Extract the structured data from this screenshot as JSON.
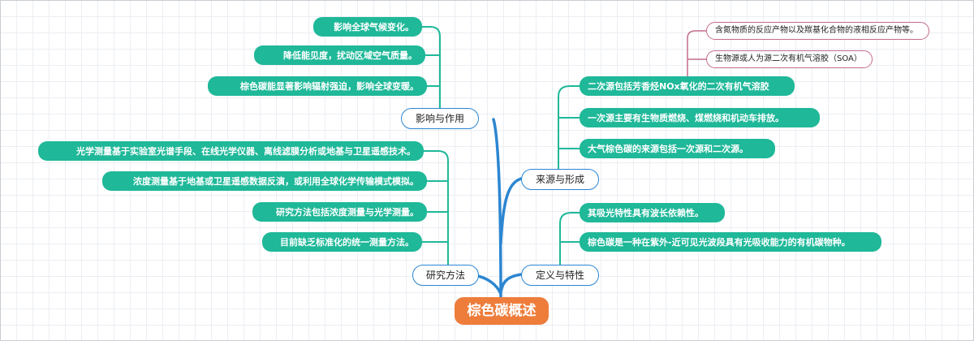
{
  "root": {
    "label": "棕色碳概述"
  },
  "branches": {
    "impact": {
      "label": "影响与作用",
      "items": [
        "影响全球气候变化。",
        "降低能见度，扰动区域空气质量。",
        "棕色碳能显著影响辐射强迫，影响全球变暖。"
      ]
    },
    "methods": {
      "label": "研究方法",
      "items": [
        "光学测量基于实验室光谱手段、在线光学仪器、离线滤膜分析或地基与卫星遥感技术。",
        "浓度测量基于地基或卫星遥感数据反演，或利用全球化学传输模式模拟。",
        "研究方法包括浓度测量与光学测量。",
        "目前缺乏标准化的统一测量方法。"
      ]
    },
    "source": {
      "label": "来源与形成",
      "items": [
        "二次源包括芳香烃NOx氧化的二次有机气溶胶",
        "一次源主要有生物质燃烧、煤燃烧和机动车排放。",
        "大气棕色碳的来源包括一次源和二次源。"
      ],
      "sub_items": [
        "含氮物质的反应产物以及羰基化合物的液相反应产物等。",
        "生物源或人为源二次有机气溶胶（SOA）"
      ]
    },
    "definition": {
      "label": "定义与特性",
      "items": [
        "其吸光特性具有波长依赖性。",
        "棕色碳是一种在紫外-近可见光波段具有光吸收能力的有机碳物种。"
      ]
    }
  },
  "colors": {
    "trunk": "#2c86d1",
    "leaf": "#1fb899",
    "root": "#ee7d3b",
    "sub_link": "#c46b8d"
  }
}
